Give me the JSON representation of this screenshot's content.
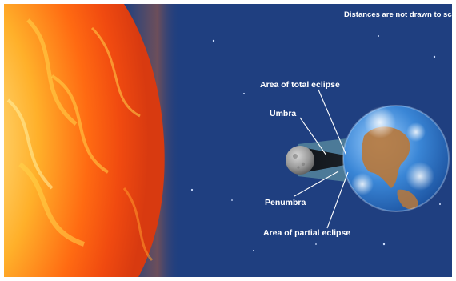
{
  "note": "Distances are not drawn to scale",
  "labels": {
    "total_area": "Area of total eclipse",
    "umbra": "Umbra",
    "penumbra": "Penumbra",
    "partial_area": "Area of partial eclipse"
  },
  "colors": {
    "space": "#1f3f80",
    "sun_core": "#ff8a1a",
    "umbra": "#111418",
    "penumbra": "#4a7a8a",
    "ocean": "#2b6fc0",
    "land": "#b87838"
  }
}
